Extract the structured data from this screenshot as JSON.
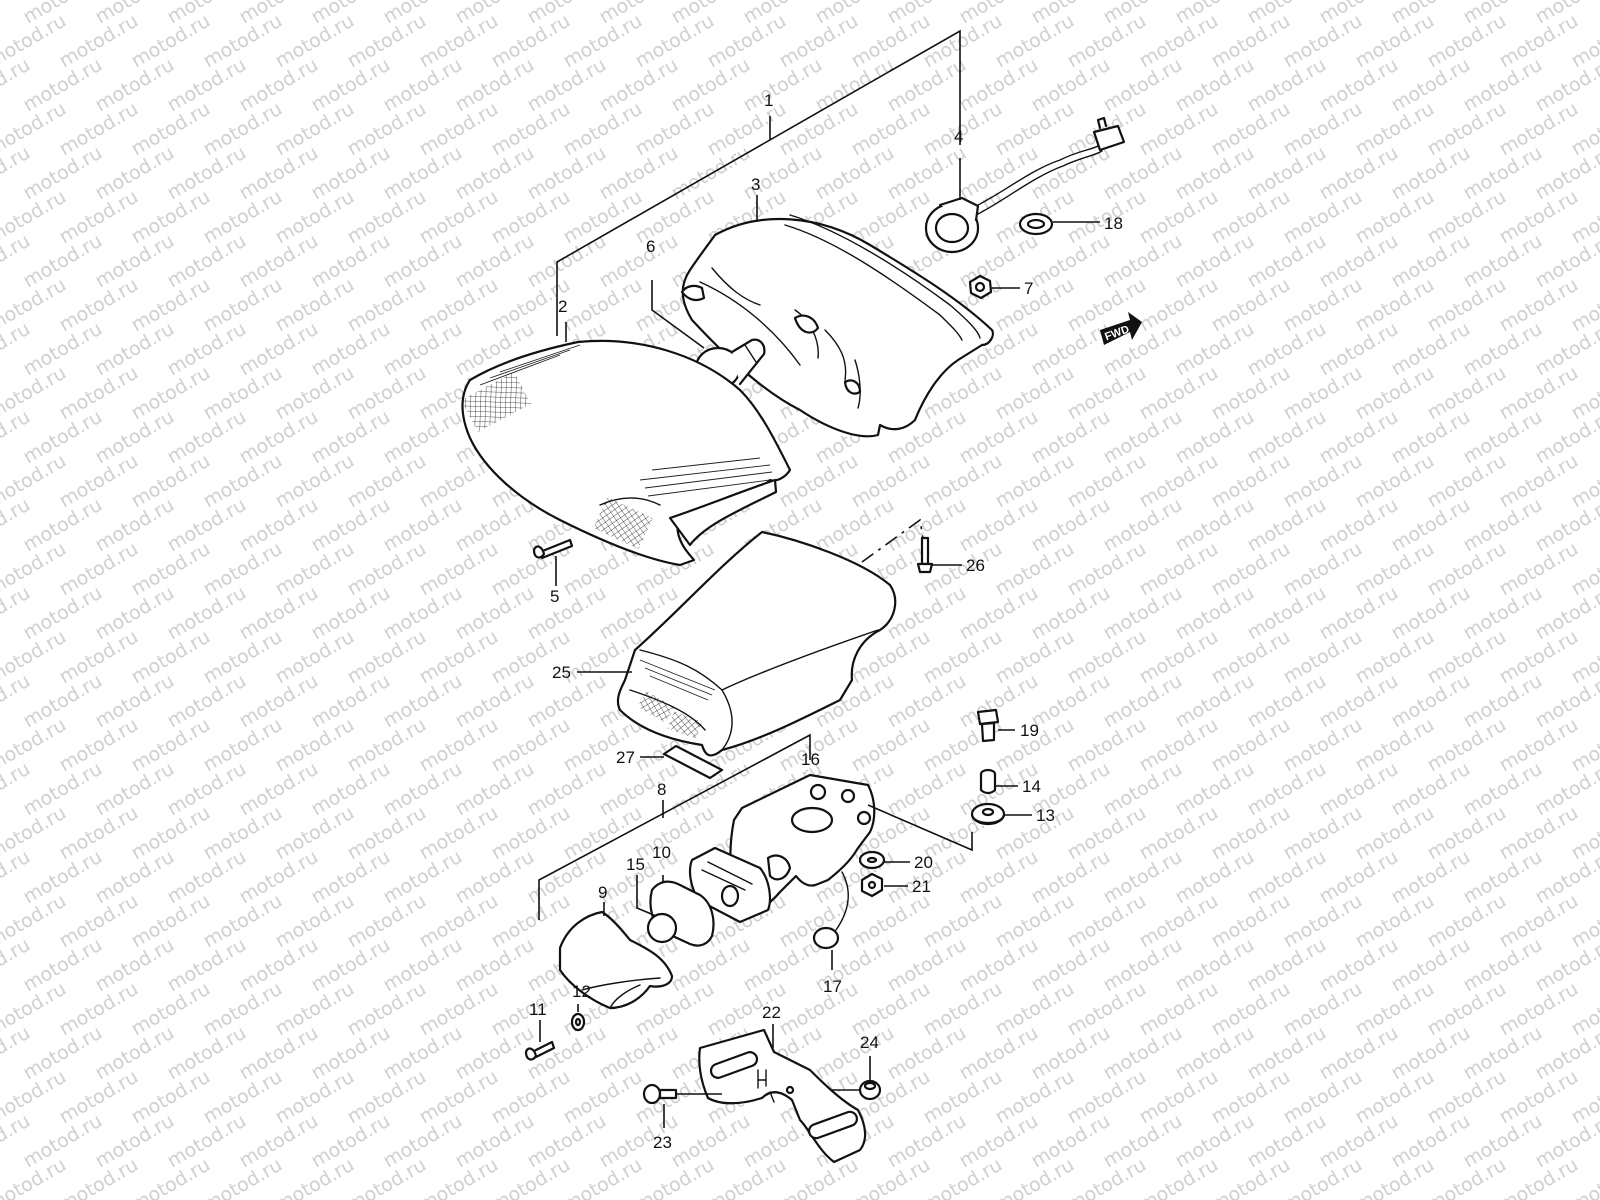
{
  "watermark": {
    "text": "motod.ru",
    "color": "#cfcfcf"
  },
  "direction_badge": {
    "text": "FWD"
  },
  "callouts": [
    {
      "id": "c1",
      "label": "1"
    },
    {
      "id": "c2",
      "label": "2"
    },
    {
      "id": "c3",
      "label": "3"
    },
    {
      "id": "c4",
      "label": "4"
    },
    {
      "id": "c5",
      "label": "5"
    },
    {
      "id": "c6",
      "label": "6"
    },
    {
      "id": "c7",
      "label": "7"
    },
    {
      "id": "c8",
      "label": "8"
    },
    {
      "id": "c9",
      "label": "9"
    },
    {
      "id": "c10",
      "label": "10"
    },
    {
      "id": "c11",
      "label": "11"
    },
    {
      "id": "c12",
      "label": "12"
    },
    {
      "id": "c13",
      "label": "13"
    },
    {
      "id": "c14",
      "label": "14"
    },
    {
      "id": "c15",
      "label": "15"
    },
    {
      "id": "c16",
      "label": "16"
    },
    {
      "id": "c17",
      "label": "17"
    },
    {
      "id": "c18",
      "label": "18"
    },
    {
      "id": "c19",
      "label": "19"
    },
    {
      "id": "c20",
      "label": "20"
    },
    {
      "id": "c21",
      "label": "21"
    },
    {
      "id": "c22",
      "label": "22"
    },
    {
      "id": "c23",
      "label": "23"
    },
    {
      "id": "c24",
      "label": "24"
    },
    {
      "id": "c25",
      "label": "25"
    },
    {
      "id": "c26",
      "label": "26"
    },
    {
      "id": "c27",
      "label": "27"
    }
  ]
}
